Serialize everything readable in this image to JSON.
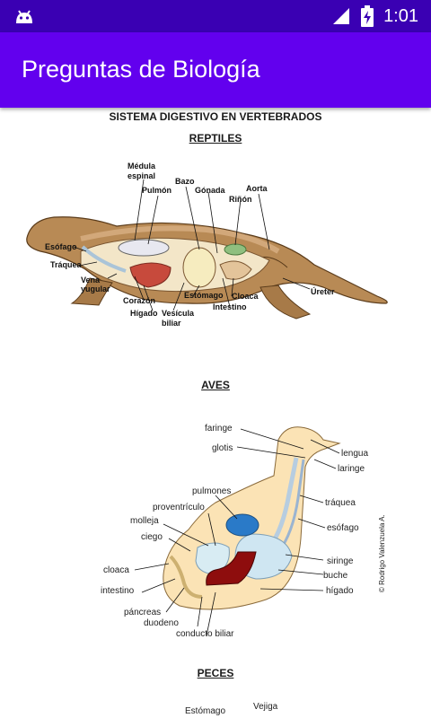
{
  "status_bar": {
    "time": "1:01",
    "icons": [
      "android-debug-icon",
      "signal-icon",
      "battery-charging-icon"
    ]
  },
  "app_bar": {
    "title": "Preguntas de Biología"
  },
  "document": {
    "title": "SISTEMA DIGESTIVO EN VERTEBRADOS",
    "reptiles": {
      "heading": "REPTILES",
      "labels": {
        "medula": "Médula",
        "espinal": "espinal",
        "pulmon": "Pulmón",
        "bazo": "Bazo",
        "gonada": "Gónada",
        "rinon": "Riñón",
        "aorta": "Aorta",
        "esofago": "Esófago",
        "traquea": "Tráquea",
        "vena": "Vena",
        "yugular": "yugular",
        "corazon": "Corazón",
        "higado": "Hígado",
        "vesicula": "Vesícula",
        "biliar": "biliar",
        "estomago": "Estómago",
        "cloaca": "Cloaca",
        "intestino": "Intestino",
        "ureter": "Úreter"
      }
    },
    "aves": {
      "heading": "AVES",
      "credit": "© Rodrigo Valenzuela A.",
      "labels": {
        "faringe": "faringe",
        "glotis": "glotis",
        "lengua": "lengua",
        "laringe": "laringe",
        "pulmones": "pulmones",
        "traquea": "tráquea",
        "proventriculo": "proventrículo",
        "molleja": "molleja",
        "esofago": "esófago",
        "ciego": "ciego",
        "siringe": "siringe",
        "cloaca": "cloaca",
        "buche": "buche",
        "intestino": "intestino",
        "higado": "hígado",
        "pancreas": "páncreas",
        "duodeno": "duodeno",
        "conducto_biliar": "conducto biliar"
      }
    },
    "peces": {
      "heading": "PECES",
      "labels": {
        "estomago": "Estómago",
        "vejiga": "Vejiga"
      }
    }
  }
}
